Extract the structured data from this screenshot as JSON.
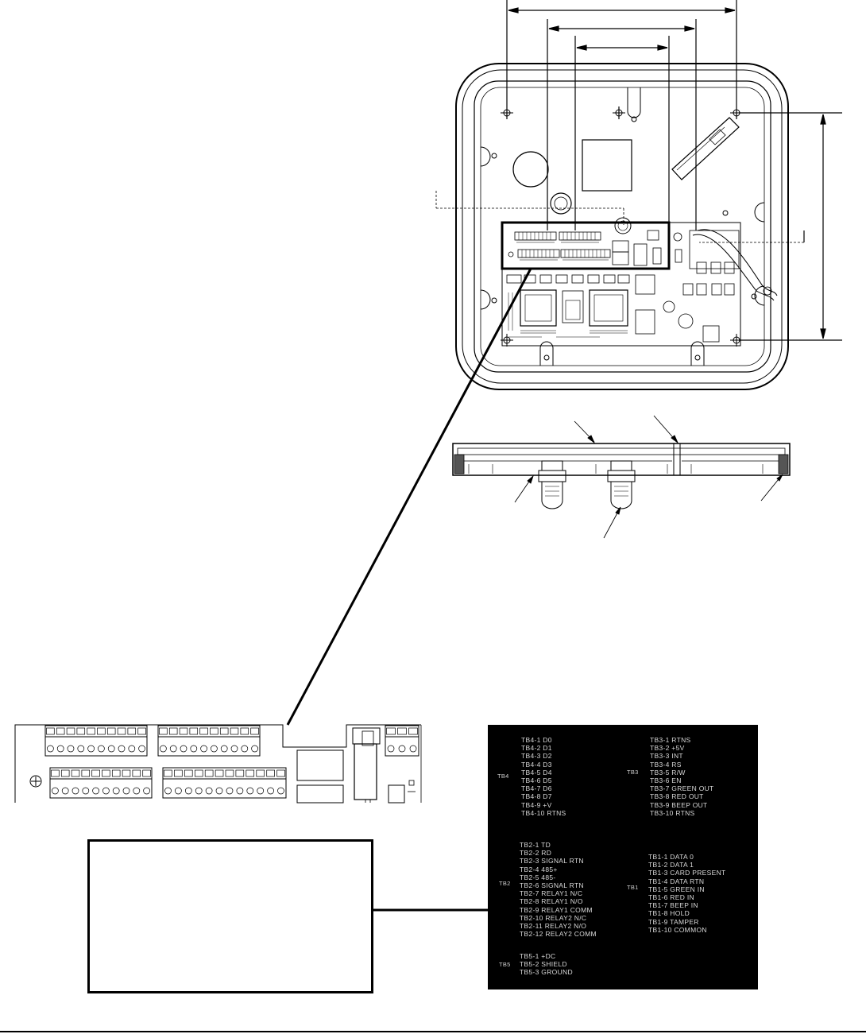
{
  "legend": {
    "tb4_group": "TB4",
    "tb4": [
      "TB4-1  D0",
      "TB4-2  D1",
      "TB4-3  D2",
      "TB4-4  D3",
      "TB4-5  D4",
      "TB4-6  D5",
      "TB4-7  D6",
      "TB4-8  D7",
      "TB4-9  +V",
      "TB4-10  RTNS"
    ],
    "tb3_group": "TB3",
    "tb3": [
      "TB3-1  RTNS",
      "TB3-2  +5V",
      "TB3-3  INT",
      "TB3-4  RS",
      "TB3-5  R/W",
      "TB3-6  EN",
      "TB3-7  GREEN OUT",
      "TB3-8  RED OUT",
      "TB3-9  BEEP OUT",
      "TB3-10  RTNS"
    ],
    "tb2_group": "TB2",
    "tb2": [
      "TB2-1  TD",
      "TB2-2  RD",
      "TB2-3  SIGNAL RTN",
      "TB2-4  485+",
      "TB2-5  485-",
      "TB2-6  SIGNAL RTN",
      "TB2-7  RELAY1 N/C",
      "TB2-8  RELAY1 N/O",
      "TB2-9  RELAY1 COMM",
      "TB2-10  RELAY2 N/C",
      "TB2-11  RELAY2 N/O",
      "TB2-12  RELAY2 COMM"
    ],
    "tb1_group": "TB1",
    "tb1": [
      "TB1-1  DATA 0",
      "TB1-2  DATA 1",
      "TB1-3  CARD PRESENT",
      "TB1-4  DATA RTN",
      "TB1-5  GREEN IN",
      "TB1-6  RED IN",
      "TB1-7  BEEP IN",
      "TB1-8  HOLD",
      "TB1-9  TAMPER",
      "TB1-10  COMMON"
    ],
    "tb5_group": "TB5",
    "tb5": [
      "TB5-1  +DC",
      "TB5-2  SHIELD",
      "TB5-3  GROUND"
    ]
  },
  "colors": {
    "ink": "#000000",
    "legend_bg": "#000000",
    "legend_text": "#d8d8d8"
  }
}
